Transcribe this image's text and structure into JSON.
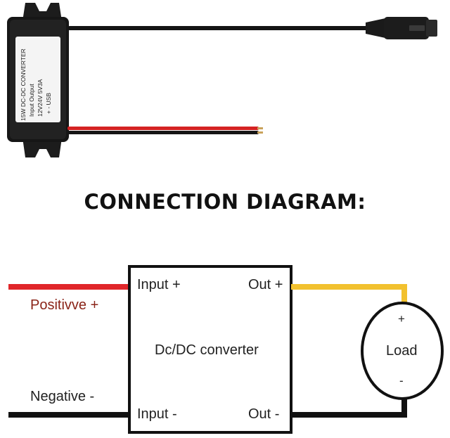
{
  "title": "CONNECTION DIAGRAM:",
  "product_label": {
    "line1": "15W DC-DC CONVERTER",
    "line2": "Input   Output",
    "line3": "12V24V   5V3A",
    "line4": "+ -     USB"
  },
  "diagram": {
    "converter_label": "Dc/DC converter",
    "input_plus": "Input +",
    "input_minus": "Input -",
    "out_plus": "Out +",
    "out_minus": "Out -",
    "positive_label": "Positivve +",
    "negative_label": "Negative -",
    "load_label": "Load",
    "load_plus": "+",
    "load_minus": "-"
  },
  "colors": {
    "positive_wire": "#e0262a",
    "negative_wire": "#111111",
    "output_positive_wire": "#f2c12e",
    "box_stroke": "#111111"
  }
}
